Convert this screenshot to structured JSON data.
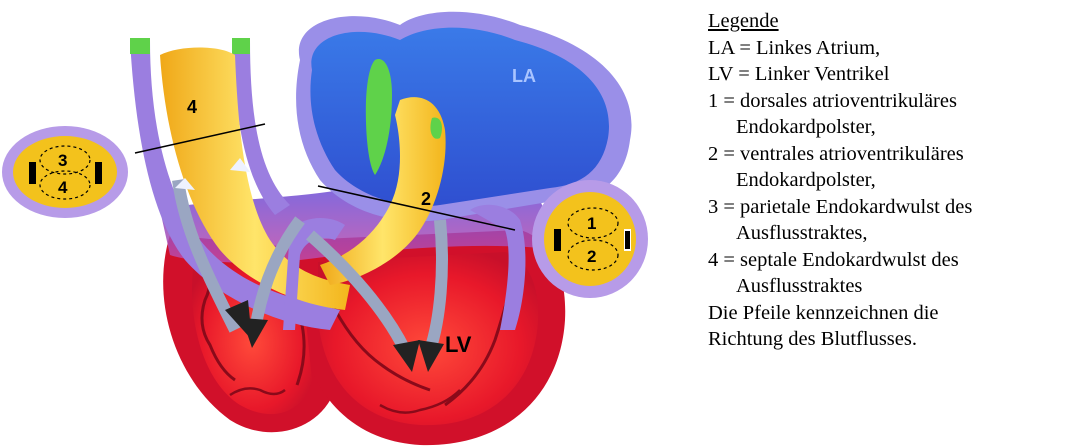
{
  "diagram": {
    "labels": {
      "la": "LA",
      "lv": "LV",
      "num1": "1",
      "num2": "2",
      "num3": "3",
      "num4": "4",
      "section_left_top": "3",
      "section_left_bottom": "4",
      "section_right_top": "1",
      "section_right_bottom": "2"
    },
    "colors": {
      "atrium_blue": "#3f6fe0",
      "atrium_outer": "#9a8fe8",
      "ventricle_red": "#e8182a",
      "ventricle_outer": "#d1102a",
      "cushion_yellow": "#f3c21c",
      "cushion_light": "#ffe97a",
      "vessel_purple": "#9b7ee0",
      "green": "#5fd24a",
      "circle_ring": "#b79be8",
      "arrow_gray": "#9aa6c2"
    }
  },
  "legend": {
    "title": "Legende",
    "lines": [
      {
        "text": "LA = Linkes Atrium,",
        "indent": false
      },
      {
        "text": "LV = Linker Ventrikel",
        "indent": false
      },
      {
        "text": "1 = dorsales atrioventrikuläres",
        "indent": false
      },
      {
        "text": "Endokardpolster,",
        "indent": true
      },
      {
        "text": "2 = ventrales atrioventrikuläres",
        "indent": false
      },
      {
        "text": "Endokardpolster,",
        "indent": true
      },
      {
        "text": "3 = parietale Endokardwulst des",
        "indent": false
      },
      {
        "text": "Ausflusstraktes,",
        "indent": true
      },
      {
        "text": "4 = septale Endokardwulst des",
        "indent": false
      },
      {
        "text": "Ausflusstraktes",
        "indent": true
      },
      {
        "text": "Die Pfeile kennzeichnen die",
        "indent": false
      },
      {
        "text": "Richtung des Blutflusses.",
        "indent": false
      }
    ]
  }
}
